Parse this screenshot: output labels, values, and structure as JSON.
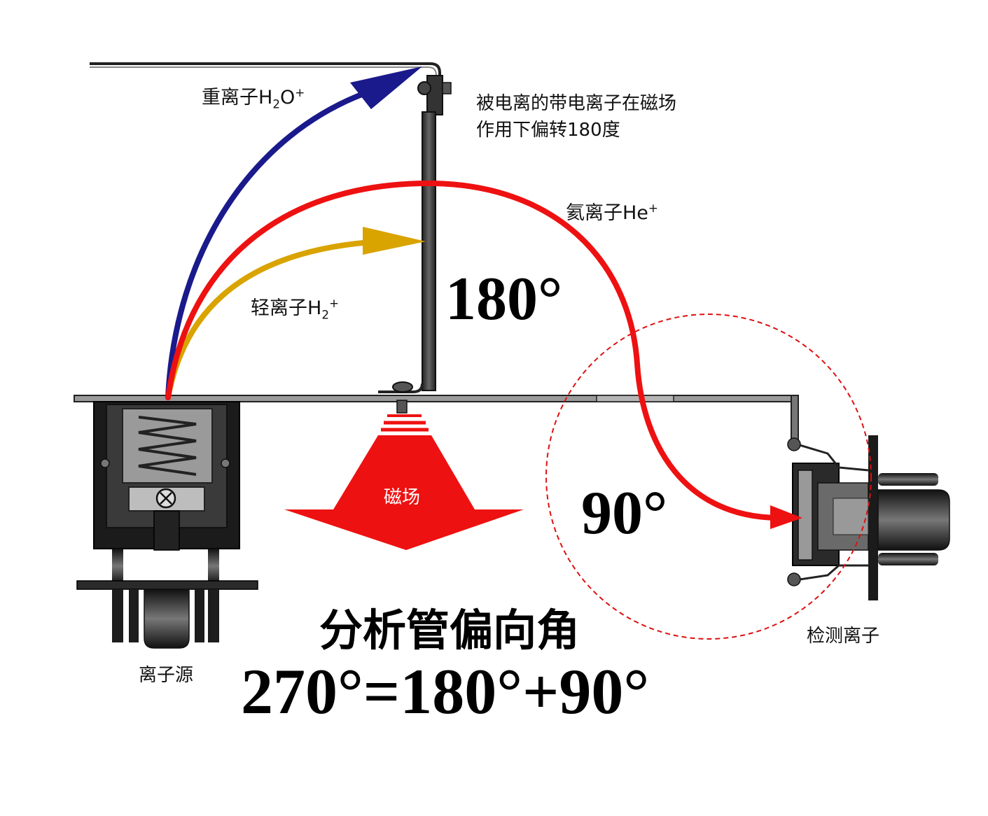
{
  "labels": {
    "heavy_ion": "重离子H",
    "heavy_ion_sub": "2",
    "heavy_ion_tail": "O",
    "heavy_ion_sup": "+",
    "light_ion": "轻离子H",
    "light_ion_sub": "2",
    "light_ion_sup": "+",
    "helium_ion": "氦离子He",
    "helium_ion_sup": "+",
    "deflect_note_line1": "被电离的带电离子在磁场",
    "deflect_note_line2": "作用下偏转180度",
    "magnetic_field": "磁场",
    "ion_source": "离子源",
    "detector": "检测离子",
    "angle_180": "180°",
    "angle_90": "90°",
    "title": "分析管偏向角",
    "formula": "270°=180°+90°"
  },
  "colors": {
    "heavy_ion_path": "#1a1a8c",
    "light_ion_path": "#d9a300",
    "helium_ion_path": "#ee1111",
    "magnetic_field_arrow": "#ee1111",
    "structure": "#222222"
  }
}
